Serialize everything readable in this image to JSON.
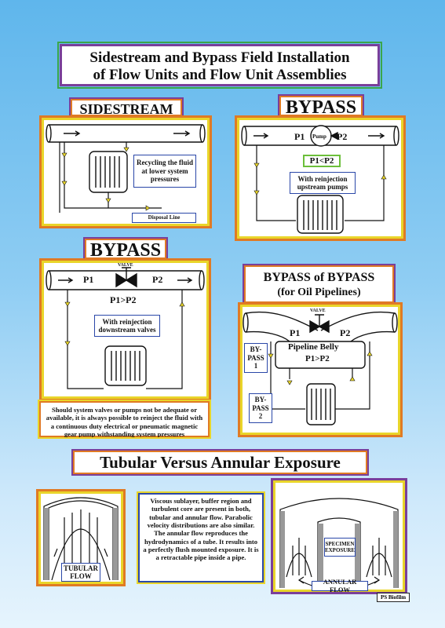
{
  "title": {
    "line1": "Sidestream and Bypass Field Installation",
    "line2": "of Flow Units and Flow Unit Assemblies"
  },
  "sidestream": {
    "heading": "SIDESTREAM",
    "label": "Recycling the fluid at lower system pressures",
    "disposal": "Disposal Line"
  },
  "bypass1": {
    "heading": "BYPASS",
    "p1": "P1",
    "p2": "P2",
    "pump": "Pump",
    "compare": "P1<P2",
    "label": "With reinjection upstream pumps"
  },
  "bypass2": {
    "heading": "BYPASS",
    "p1": "P1",
    "p2": "P2",
    "valve": "VALVE",
    "compare": "P1>P2",
    "label": "With reinjection downstream valves",
    "note": "Should system valves or pumps not be adequate or available, it is always possible to reinject the fluid with a continuous duty electrical or pneumatic magnetic gear pump withstanding system pressures"
  },
  "bypass3": {
    "heading1": "BYPASS of BYPASS",
    "heading2": "(for Oil Pipelines)",
    "p1": "P1",
    "p2": "P2",
    "valve": "VALVE",
    "belly": "Pipeline Belly",
    "compare": "P1>P2",
    "bypass_1": "BY-PASS 1",
    "bypass_2": "BY-PASS 2"
  },
  "tubular": {
    "heading": "Tubular Versus Annular Exposure",
    "tubular_label": "TUBULAR FLOW",
    "description": "Viscous sublayer, buffer region and turbulent core are present in both, tubular and annular flow. Parabolic velocity distributions are also similar. The annular flow reproduces the hydrodynamics of a tube. It results into a perfectly flush mounted exposure. It is a retractable pipe inside a pipe.",
    "specimen": "SPECIMEN EXPOSURE",
    "annular_label": "ANNULAR FLOW",
    "credit": "PS Biofilm"
  },
  "colors": {
    "purple": "#7a3f9a",
    "orange": "#e07a24",
    "yellow": "#e9d52a",
    "green": "#3aa64a",
    "blue": "#2a47a8"
  }
}
